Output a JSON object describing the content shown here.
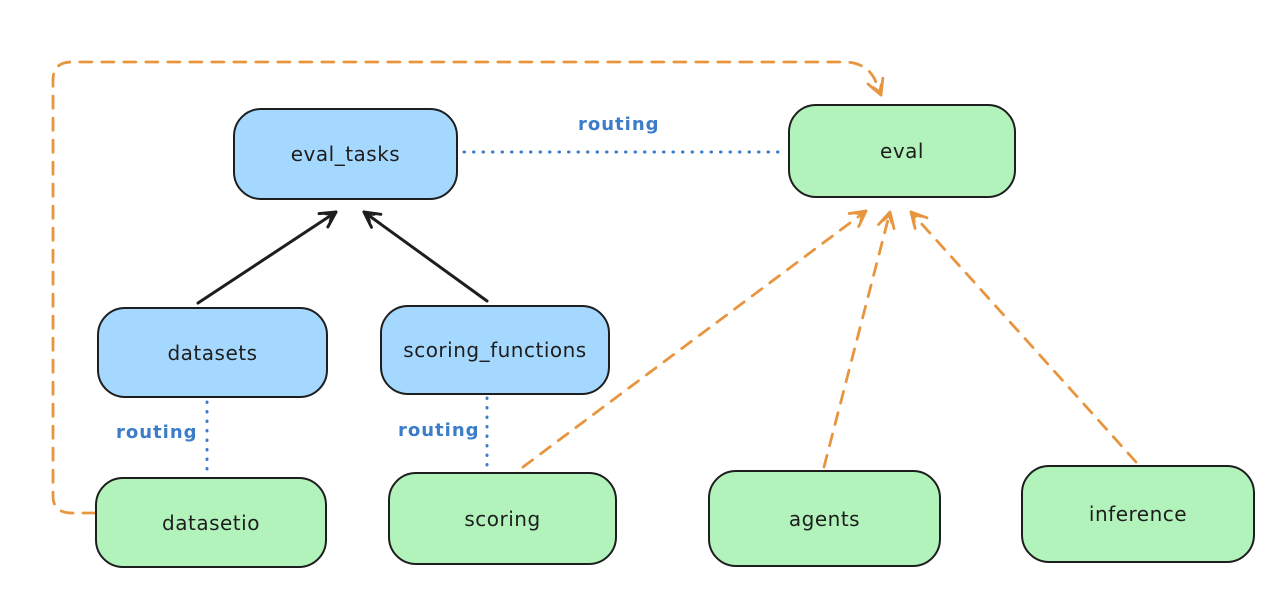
{
  "diagram": {
    "type": "architecture-diagram",
    "background": "#ffffff",
    "colors": {
      "blue_node_fill": "#a5d8ff",
      "green_node_fill": "#b2f2bb",
      "node_outline": "#1e1e1e",
      "black_arrow": "#1e1e1e",
      "routing_blue": "#3b7dc8",
      "orange_arrow": "#e8953f"
    },
    "nodes": [
      {
        "id": "eval_tasks",
        "label": "eval_tasks",
        "fill": "blue"
      },
      {
        "id": "eval",
        "label": "eval",
        "fill": "green"
      },
      {
        "id": "datasets",
        "label": "datasets",
        "fill": "blue"
      },
      {
        "id": "scoring_functions",
        "label": "scoring_functions",
        "fill": "blue"
      },
      {
        "id": "datasetio",
        "label": "datasetio",
        "fill": "green"
      },
      {
        "id": "scoring",
        "label": "scoring",
        "fill": "green"
      },
      {
        "id": "agents",
        "label": "agents",
        "fill": "green"
      },
      {
        "id": "inference",
        "label": "inference",
        "fill": "green"
      }
    ],
    "edges": [
      {
        "from": "datasets",
        "to": "eval_tasks",
        "style": "solid-arrow",
        "color": "black",
        "label": ""
      },
      {
        "from": "scoring_functions",
        "to": "eval_tasks",
        "style": "solid-arrow",
        "color": "black",
        "label": ""
      },
      {
        "from": "eval_tasks",
        "to": "eval",
        "style": "dotted-line",
        "color": "blue",
        "label": "routing"
      },
      {
        "from": "datasets",
        "to": "datasetio",
        "style": "dotted-line",
        "color": "blue",
        "label": "routing"
      },
      {
        "from": "scoring_functions",
        "to": "scoring",
        "style": "dotted-line",
        "color": "blue",
        "label": "routing"
      },
      {
        "from": "datasetio",
        "to": "eval",
        "style": "dashed-arrow",
        "color": "orange",
        "label": ""
      },
      {
        "from": "scoring",
        "to": "eval",
        "style": "dashed-arrow",
        "color": "orange",
        "label": ""
      },
      {
        "from": "agents",
        "to": "eval",
        "style": "dashed-arrow",
        "color": "orange",
        "label": ""
      },
      {
        "from": "inference",
        "to": "eval",
        "style": "dashed-arrow",
        "color": "orange",
        "label": ""
      }
    ]
  }
}
